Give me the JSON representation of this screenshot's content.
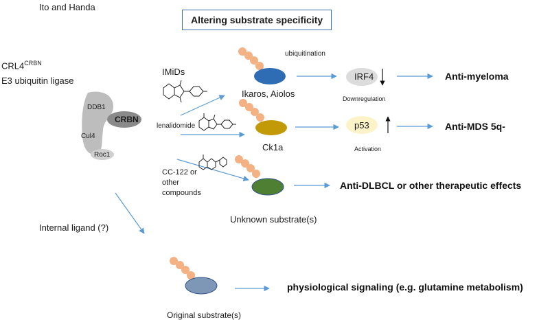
{
  "header": {
    "authors": "Ito and Handa",
    "box_title": "Altering substrate specificity"
  },
  "ligase": {
    "name_main": "CRL4",
    "name_sup": "CRBN",
    "name_sub": "E3 ubiquitin ligase",
    "components": {
      "ddb1": "DDB1",
      "crbn": "CRBN",
      "cul4": "Cul4",
      "roc1": "Roc1"
    },
    "colors": {
      "complex": "#bdbdbd",
      "crbn": "#8a8a8a",
      "roc1": "#d0d0d0"
    }
  },
  "drugs": {
    "imids": "IMiDs",
    "lenalidomide": "lenalidomide",
    "cc122_line1": "CC-122 or",
    "cc122_line2": "other",
    "cc122_line3": "compounds"
  },
  "internal_ligand": "Internal ligand (?)",
  "pathways": [
    {
      "substrate": "Ikaros, Aiolos",
      "color": "#2e6db4",
      "ubiquitination": "ubiquitination",
      "target": "IRF4",
      "target_arrow": "down",
      "target_note": "Downregulation",
      "outcome": "Anti-myeloma"
    },
    {
      "substrate": "Ck1a",
      "color": "#c29a08",
      "target": "p53",
      "target_bg": "#fdf3c9",
      "target_arrow": "up",
      "target_note": "Activation",
      "outcome": "Anti-MDS 5q-"
    },
    {
      "substrate": "Unknown substrate(s)",
      "color": "#4f7f33",
      "outcome": "Anti-DLBCL or other therapeutic effects"
    },
    {
      "substrate": "Original substrate(s)",
      "color": "#7f97b7",
      "outcome": "physiological signaling (e.g. glutamine metabolism)"
    }
  ],
  "colors": {
    "ubiquitin": "#f4b183",
    "arrow": "#5b9bd5",
    "title_border": "#3d6fae"
  }
}
